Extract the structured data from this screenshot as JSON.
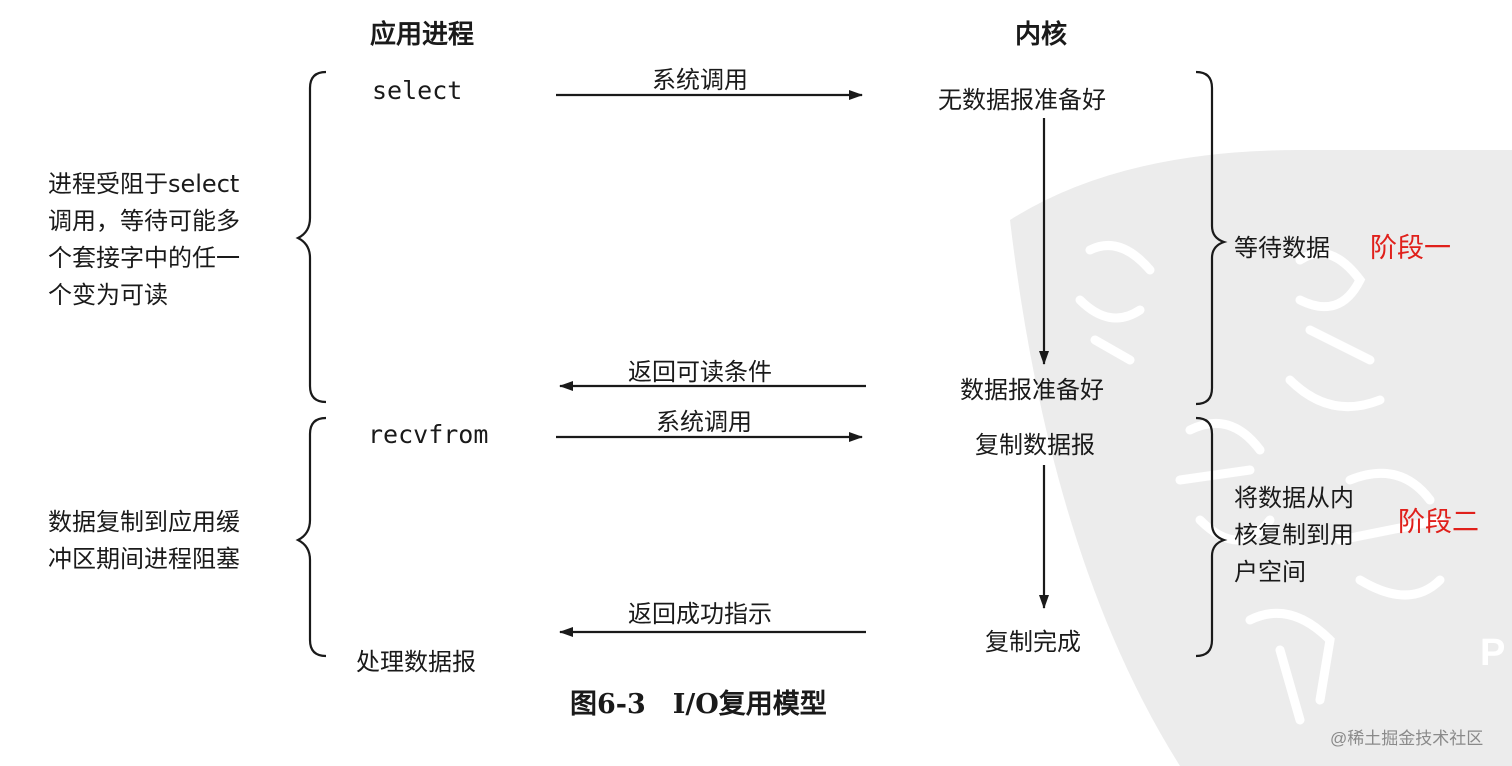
{
  "headers": {
    "app_process": "应用进程",
    "kernel": "内核"
  },
  "app_calls": {
    "select": "select",
    "recvfrom": "recvfrom",
    "process": "处理数据报"
  },
  "messages": {
    "syscall_1": "系统调用",
    "return_readable": "返回可读条件",
    "syscall_2": "系统调用",
    "return_success": "返回成功指示"
  },
  "kernel_states": {
    "no_datagram": "无数据报准备好",
    "datagram_ready": "数据报准备好",
    "copy_datagram": "复制数据报",
    "copy_done": "复制完成"
  },
  "left_notes": {
    "blocked_select": "进程受阻于select\n调用，等待可能多\n个套接字中的任一\n个变为可读",
    "blocked_copy": "数据复制到应用缓\n冲区期间进程阻塞"
  },
  "right_notes": {
    "wait_data": "等待数据",
    "copy_to_user": "将数据从内\n核复制到用\n户空间"
  },
  "stages": {
    "stage_1": "阶段一",
    "stage_2": "阶段二"
  },
  "caption": "图6-3　I/O复用模型",
  "watermark": "@稀土掘金技术社区",
  "colors": {
    "ink": "#1a1a1a",
    "stage": "#e0201b",
    "watermark": "#e6e6e6"
  }
}
